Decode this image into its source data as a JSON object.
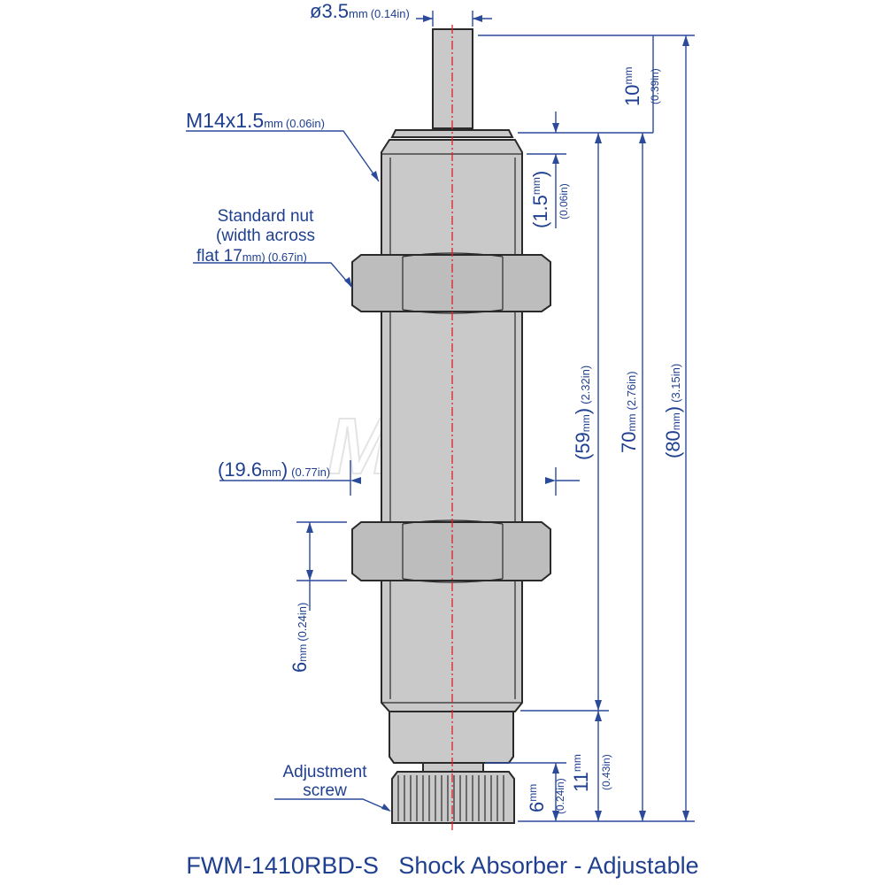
{
  "title": "FWM-1410RBD-S   Shock Absorber - Adjustable",
  "watermark": "MSC",
  "colors": {
    "dimension": "#2b4a9a",
    "text": "#1f3f8f",
    "body": "#c9c9c9",
    "centerline": "#e0202a"
  },
  "labels": {
    "rod_dia": {
      "main": "ø3.5",
      "unit": "mm",
      "alt": "(0.14in)"
    },
    "rod_len": {
      "main": "10",
      "unit": "mm",
      "alt": "(0.39in)"
    },
    "thread": {
      "main": "M14x1.5",
      "unit": "mm",
      "alt": "(0.06in)"
    },
    "chamfer": {
      "open": "(1.5",
      "unit": "mm",
      "close": ")",
      "alt": "(0.06in)"
    },
    "nut": {
      "line1": "Standard nut",
      "line2": "(width across",
      "line3a": "flat 17",
      "line3b": "mm)",
      "line3c": "(0.67in)"
    },
    "body_dia": {
      "main": "(19.6",
      "unit": "mm",
      "close": ")",
      "alt": "(0.77in)"
    },
    "thread_len": {
      "main": "(59",
      "unit": "mm",
      "close": ")",
      "alt": "(2.32in)"
    },
    "total_70": {
      "main": "70",
      "unit": "mm",
      "alt": "(2.76in)"
    },
    "total_80": {
      "main": "(80",
      "unit": "mm",
      "close": ")",
      "alt": "(3.15in)"
    },
    "nut_width": {
      "main": "6",
      "unit": "mm",
      "alt": "(0.24in)"
    },
    "adj": {
      "line1": "Adjustment",
      "line2": "screw"
    },
    "screw_len": {
      "main": "6",
      "unit": "mm",
      "alt": "(0.24in)"
    },
    "end_len": {
      "main": "11",
      "unit": "mm",
      "alt": "(0.43in)"
    }
  }
}
